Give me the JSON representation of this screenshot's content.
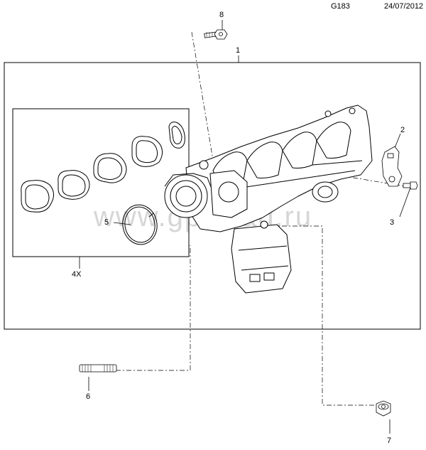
{
  "header": {
    "code": "G183",
    "date": "24/07/2012"
  },
  "watermark": "www.gpsclad.ru",
  "callouts": {
    "c1": "1",
    "c2": "2",
    "c3": "3",
    "c4": "4X",
    "c5": "5",
    "c6": "6",
    "c7": "7",
    "c8": "8"
  }
}
